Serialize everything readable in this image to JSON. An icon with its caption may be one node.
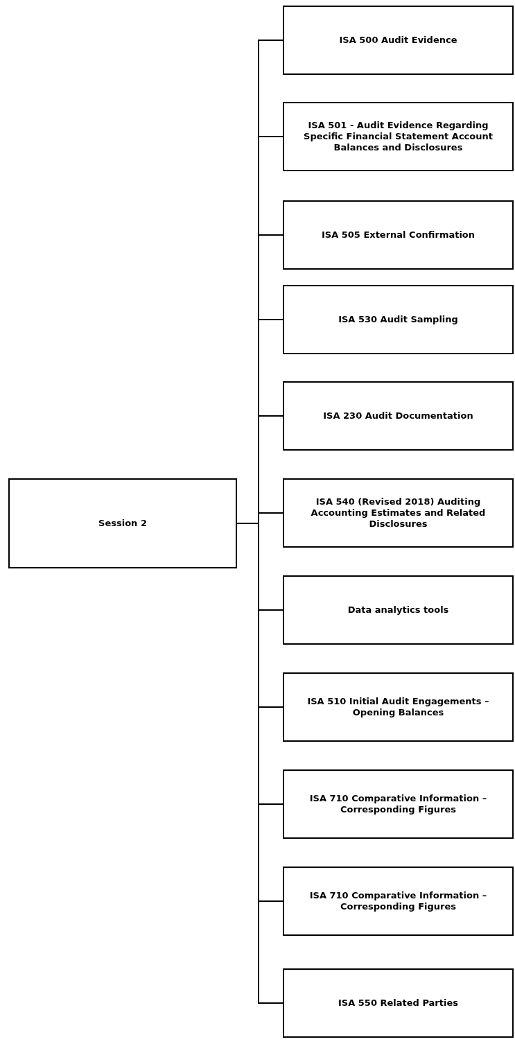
{
  "diagram": {
    "nodes": [
      {
        "text": [
          "Session 2"
        ]
      },
      {
        "text": [
          "ISA 500 Audit Evidence"
        ]
      },
      {
        "text": [
          "ISA 501 - Audit Evidence Regarding Specific Financial Statement Account Balances and Disclosures"
        ]
      },
      {
        "text": [
          "ISA 505 External Confirmation"
        ]
      },
      {
        "text": [
          "ISA 530 Audit Sampling"
        ]
      },
      {
        "text": [
          "ISA 230 Audit Documentation"
        ]
      },
      {
        "text": [
          "ISA 540 (Revised 2018) Auditing Accounting Estimates and Related Disclosures"
        ]
      },
      {
        "text": [
          "Data analytics tools"
        ]
      },
      {
        "text": [
          "ISA 510 Initial Audit Engagements – Opening Balances"
        ]
      },
      {
        "text": [
          "ISA 710 Comparative Information – Corresponding Figures"
        ]
      },
      {
        "text": [
          "ISA 710 Comparative Information – Corresponding Figures"
        ]
      },
      {
        "text": [
          "ISA 550 Related Parties"
        ]
      }
    ],
    "edges": [
      {
        "from": 0,
        "to": 1,
        "arrow": "none"
      },
      {
        "from": 0,
        "to": 2,
        "arrow": "none"
      },
      {
        "from": 0,
        "to": 3,
        "arrow": "none"
      },
      {
        "from": 0,
        "to": 4,
        "arrow": "none"
      },
      {
        "from": 0,
        "to": 5,
        "arrow": "none"
      },
      {
        "from": 0,
        "to": 6,
        "arrow": "none"
      },
      {
        "from": 0,
        "to": 7,
        "arrow": "none"
      },
      {
        "from": 0,
        "to": 8,
        "arrow": "none"
      },
      {
        "from": 0,
        "to": 9,
        "arrow": "none"
      },
      {
        "from": 0,
        "to": 10,
        "arrow": "none"
      },
      {
        "from": 0,
        "to": 11,
        "arrow": "none"
      }
    ]
  }
}
